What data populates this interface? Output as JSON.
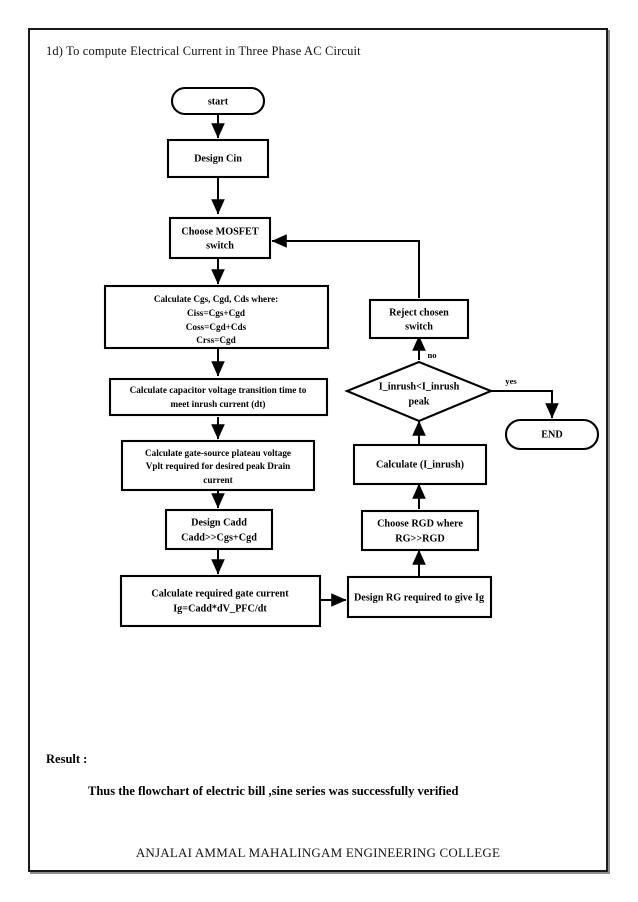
{
  "document": {
    "title": "1d)  To  compute Electrical Current in Three Phase AC Circuit",
    "result_label": "Result :",
    "result_text": "Thus the flowchart of electric bill ,sine series  was successfully verified",
    "footer": "ANJALAI AMMAL MAHALINGAM ENGINEERING COLLEGE",
    "colors": {
      "ink": "#000000",
      "page_background": "#ffffff",
      "frame": "#1a1a1a"
    }
  },
  "flowchart": {
    "nodes": {
      "start": {
        "label": "start",
        "shape": "rounded-terminator"
      },
      "design_cin": {
        "label": "Design Cin",
        "shape": "process"
      },
      "choose_mosfet": {
        "line1": "Choose MOSFET",
        "line2": "switch",
        "shape": "process"
      },
      "calculate_cgs": {
        "line1": "Calculate Cgs, Cgd, Cds where:",
        "line2": "Ciss=Cgs+Cgd",
        "line3": "Coss=Cgd+Cds",
        "line4": "Crss=Cgd",
        "shape": "process"
      },
      "calculate_cap_voltage": {
        "line1": "Calculate capacitor voltage transition time to",
        "line2": "meet inrush current (dt)",
        "shape": "process"
      },
      "calculate_plateau": {
        "line1": "Calculate gate-source plateau voltage",
        "line2": "Vplt required  for desired peak Drain",
        "line3": "current",
        "shape": "process"
      },
      "design_cadd": {
        "line1": "Design Cadd",
        "line2": "Cadd>>Cgs+Cgd",
        "shape": "process"
      },
      "calculate_gate_current": {
        "line1": "Calculate required gate current",
        "line2": "Ig=Cadd*dV_PFC/dt",
        "shape": "process"
      },
      "design_rg": {
        "label": "Design RG required to give Ig",
        "shape": "process"
      },
      "choose_rgd": {
        "line1": "Choose RGD where",
        "line2": "RG>>RGD",
        "shape": "process"
      },
      "calculate_inrush": {
        "label": "Calculate (I_inrush)",
        "shape": "process"
      },
      "decision_inrush": {
        "line1": "I_inrush<I_inrush",
        "line2": "peak",
        "shape": "decision"
      },
      "reject_switch": {
        "line1": "Reject chosen",
        "line2": "switch",
        "shape": "process"
      },
      "end": {
        "label": "END",
        "shape": "rounded-terminator"
      }
    },
    "edge_labels": {
      "no": "no",
      "yes": "yes"
    }
  }
}
